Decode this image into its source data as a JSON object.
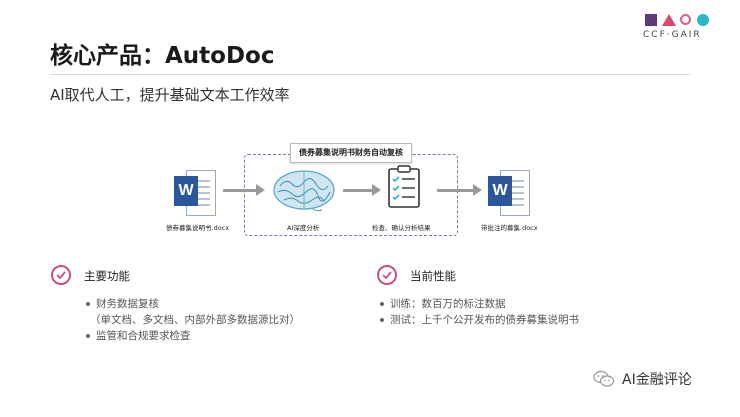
{
  "logo": {
    "text": "CCF·GAIR",
    "colors": [
      "#5b3b7a",
      "#d94a6e",
      "#e05a8a",
      "#2bb6c8"
    ]
  },
  "title": "核心产品：AutoDoc",
  "subtitle": "AI取代人工，提升基础文本工作效率",
  "diagram": {
    "box_label": "债券募集说明书财务自动复核",
    "input_caption": "债券募集说明书.docx",
    "ai_caption": "AI深度分析",
    "check_caption": "检查、确认分析结果",
    "output_caption": "带批注的募集.docx",
    "word_letter": "W",
    "word_color": "#2b579a",
    "brain_color": "#5aa6c8"
  },
  "left_section": {
    "title": "主要功能",
    "bullets": [
      "财务数据复核",
      "监管和合规要求检查"
    ],
    "sub_note": "（单文档、多文档、内部外部多数据源比对）"
  },
  "right_section": {
    "title": "当前性能",
    "bullets": [
      "训练：数百万的标注数据",
      "测试：上千个公开发布的债券募集说明书"
    ]
  },
  "footer": {
    "text": "AI金融评论",
    "icon": "wechat-icon"
  }
}
